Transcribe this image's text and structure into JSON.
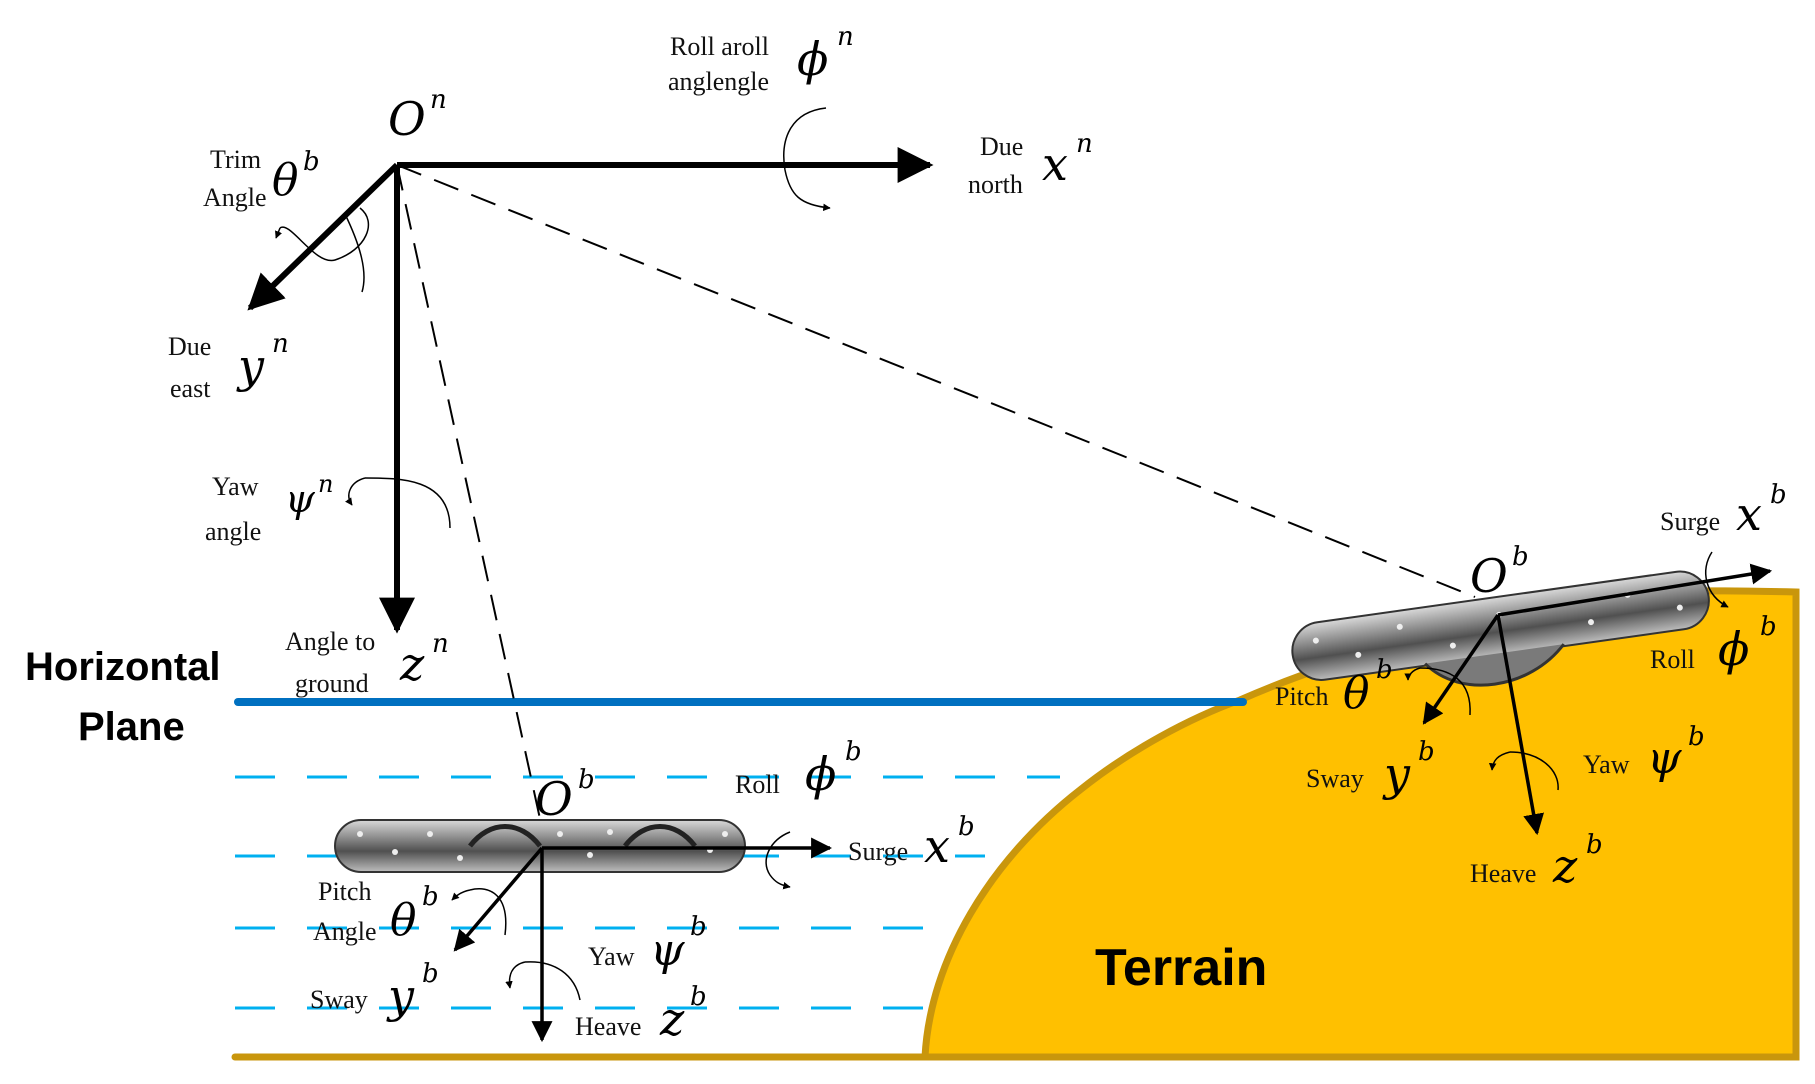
{
  "labels": {
    "horizontal_plane_line1": "Horizontal",
    "horizontal_plane_line2": "Plane",
    "terrain": "Terrain",
    "origin_n": {
      "sym": "O",
      "sup": "n"
    },
    "roll_n_line1": "Roll aroll",
    "roll_n_line2": "anglengle",
    "roll_n_sym": {
      "sym": "ϕ",
      "sup": "n"
    },
    "due_north_line1": "Due",
    "due_north_line2": "north",
    "x_n": {
      "sym": "x",
      "sup": "n"
    },
    "trim_line1": "Trim",
    "trim_line2": "Angle",
    "trim_sym": {
      "sym": "θ",
      "sup": "b"
    },
    "due_east_line1": "Due",
    "due_east_line2": "east",
    "y_n": {
      "sym": "y",
      "sup": "n"
    },
    "yaw_n_line1": "Yaw",
    "yaw_n_line2": "angle",
    "yaw_n_sym": {
      "sym": "ψ",
      "sup": "n"
    },
    "ground_line1": "Angle to",
    "ground_line2": "ground",
    "z_n": {
      "sym": "z",
      "sup": "n"
    },
    "water_vehicle": {
      "origin": {
        "sym": "O",
        "sup": "b"
      },
      "roll": "Roll",
      "roll_sym": {
        "sym": "ϕ",
        "sup": "b"
      },
      "surge": "Surge",
      "x": {
        "sym": "x",
        "sup": "b"
      },
      "pitch_line1": "Pitch",
      "pitch_line2": "Angle",
      "pitch_sym": {
        "sym": "θ",
        "sup": "b"
      },
      "yaw": "Yaw",
      "yaw_sym": {
        "sym": "ψ",
        "sup": "b"
      },
      "sway": "Sway",
      "y": {
        "sym": "y",
        "sup": "b"
      },
      "heave": "Heave",
      "z": {
        "sym": "z",
        "sup": "b"
      }
    },
    "land_vehicle": {
      "origin": {
        "sym": "O",
        "sup": "b"
      },
      "surge": "Surge",
      "x": {
        "sym": "x",
        "sup": "b"
      },
      "roll": "Roll",
      "roll_sym": {
        "sym": "ϕ",
        "sup": "b"
      },
      "pitch": "Pitch",
      "pitch_sym": {
        "sym": "θ",
        "sup": "b"
      },
      "sway": "Sway",
      "y": {
        "sym": "y",
        "sup": "b"
      },
      "yaw": "Yaw",
      "yaw_sym": {
        "sym": "ψ",
        "sup": "b"
      },
      "heave": "Heave",
      "z": {
        "sym": "z",
        "sup": "b"
      }
    }
  },
  "colors": {
    "terrain_fill": "#FFC000",
    "terrain_edge": "#C9960C",
    "horizontal_plane": "#0070C0",
    "water_lines": "#00B0F0",
    "arrows": "#000000"
  }
}
